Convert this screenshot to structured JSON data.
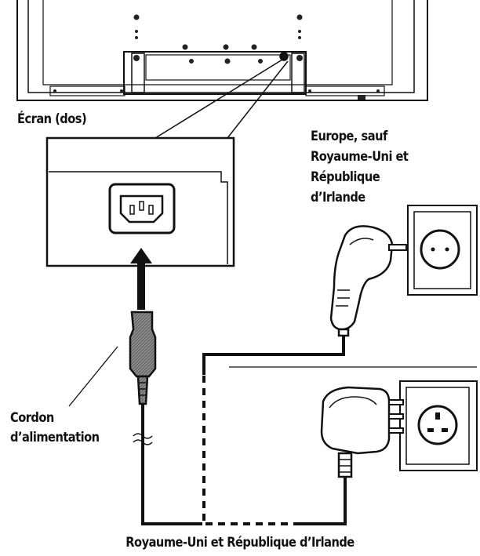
{
  "labels": {
    "screen_back": "Écran (dos)",
    "europe_line1": "Europe, sauf",
    "europe_line2": "Royaume-Uni et",
    "europe_line3": "République",
    "europe_line4": "d’Irlande",
    "cord_line1": "Cordon",
    "cord_line2": "d’alimentation",
    "uk_ireland": "Royaume-Uni et République d’Irlande"
  },
  "colors": {
    "line": "#111111",
    "plug_fill": "#7a7a7a",
    "background": "#ffffff"
  }
}
